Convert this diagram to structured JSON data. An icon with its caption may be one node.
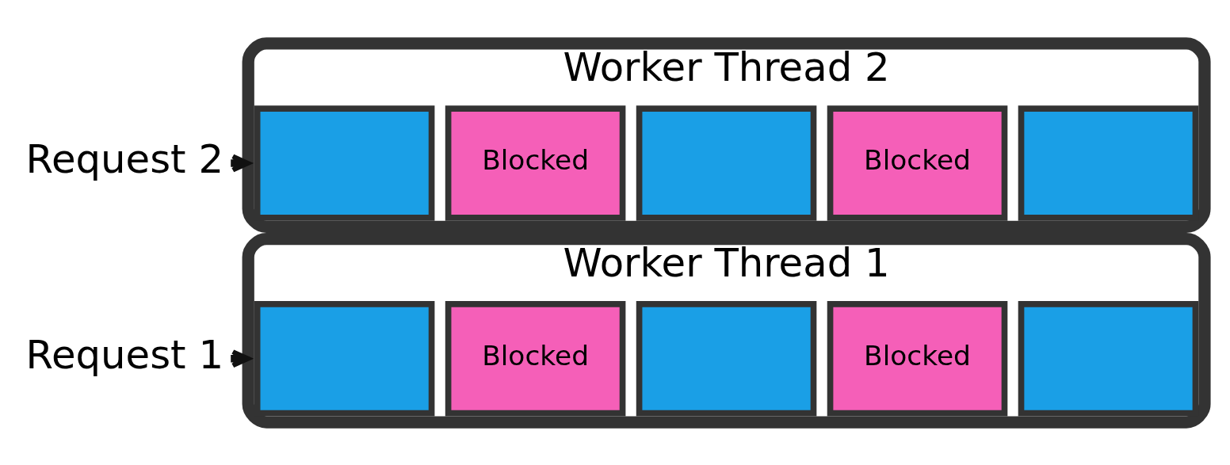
{
  "diagram": {
    "nodes": [
      {
        "text": [
          "Request 1"
        ]
      },
      {
        "text": [
          "Worker Thread 1"
        ]
      },
      {
        "text": [],
        "shape": "box",
        "in": 1
      },
      {
        "text": [
          "Blocked"
        ],
        "in": 1
      },
      {
        "text": [],
        "shape": "box",
        "in": 1
      },
      {
        "text": [
          "Blocked"
        ],
        "in": 1
      },
      {
        "text": [],
        "shape": "box",
        "in": 1
      },
      {
        "text": [
          "Request 2"
        ]
      },
      {
        "text": [
          "Worker Thread 2"
        ]
      },
      {
        "text": [],
        "shape": "box",
        "in": 8
      },
      {
        "text": [
          "Blocked"
        ],
        "in": 8
      },
      {
        "text": [],
        "shape": "box",
        "in": 8
      },
      {
        "text": [
          "Blocked"
        ],
        "in": 8
      },
      {
        "text": [],
        "shape": "box",
        "in": 8
      }
    ],
    "edges": [
      {
        "from": 0,
        "to": 1,
        "arrow": "to"
      },
      {
        "from": 7,
        "to": 8,
        "arrow": "to"
      }
    ]
  }
}
